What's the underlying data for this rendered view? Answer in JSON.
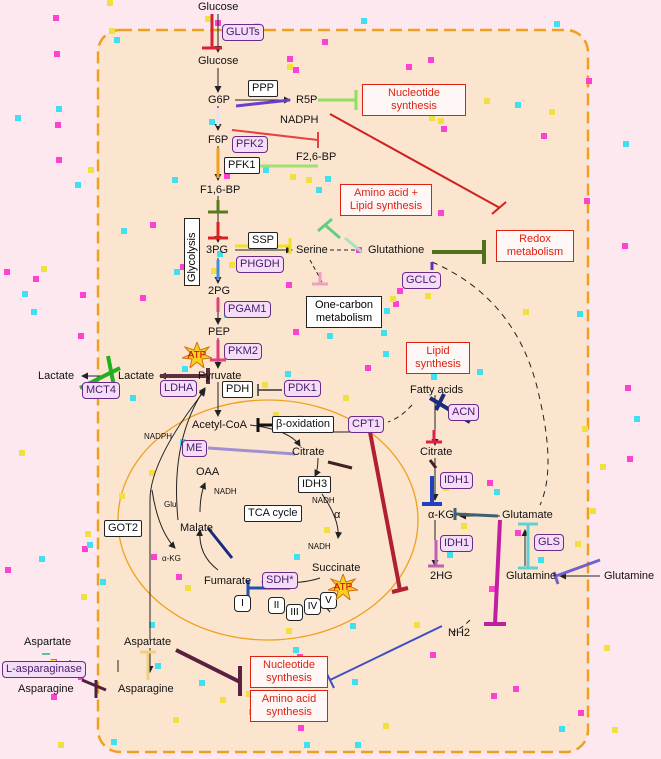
{
  "labels": {
    "glucose_out": "Glucose",
    "gluts": "GLUTs",
    "glucose_in": "Glucose",
    "g6p": "G6P",
    "ppp": "PPP",
    "r5p": "R5P",
    "nadph_top": "NADPH",
    "nucleotide_synthesis": "Nucleotide synthesis",
    "f6p": "F6P",
    "pfk2": "PFK2",
    "pfk1": "PFK1",
    "f26bp": "F2,6-BP",
    "f16bp": "F1,6-BP",
    "aa_lipid": "Amino acid + Lipid synthesis",
    "glycolysis": "Glycolysis",
    "ssp": "SSP",
    "p3g": "3PG",
    "phgdh": "PHGDH",
    "serine": "Serine",
    "glutathione": "Glutathione",
    "redox": "Redox metabolism",
    "gclc": "GCLC",
    "p2g": "2PG",
    "one_carbon": "One-carbon metabolism",
    "pgam1": "PGAM1",
    "pep": "PEP",
    "pkm2": "PKM2",
    "atp": "ATP",
    "lipid_synthesis": "Lipid synthesis",
    "lactate_out": "Lactate",
    "mct4": "MCT4",
    "lactate_in": "Lactate",
    "ldha": "LDHA",
    "pyruvate": "Pyruvate",
    "pdh": "PDH",
    "pdk1": "PDK1",
    "fatty_acids": "Fatty acids",
    "acn": "ACN",
    "acetyl_coa": "Acetyl-CoA",
    "beta_ox": "β-oxidation",
    "cpt1": "CPT1",
    "nadph_mid": "NADPH",
    "me": "ME",
    "citrate_tca": "Citrate",
    "citrate_cyto": "Citrate",
    "oaa": "OAA",
    "idh3": "IDH3",
    "idh1_a": "IDH1",
    "nadh_1": "NADH",
    "nadh_2": "NADH",
    "alpha": "α",
    "glu": "Glu",
    "got2": "GOT2",
    "malate": "Malate",
    "tca_cycle": "TCA cycle",
    "akg_cyto": "α-KG",
    "glutamate": "Glutamate",
    "akg_small": "α-KG",
    "nadh_3": "NADH",
    "idh1_b": "IDH1",
    "gls": "GLS",
    "succinate": "Succinate",
    "two_hg": "2HG",
    "fumarate": "Fumarate",
    "sdh": "SDH*",
    "glutamine_in": "Glutamine",
    "glutamine_out": "Glutamine",
    "c1": "I",
    "c2": "II",
    "c3": "III",
    "c4": "IV",
    "c5": "V",
    "nh2": "NH2",
    "aspartate_out": "Aspartate",
    "aspartate_in": "Aspartate",
    "asparaginase": "L-asparaginase",
    "asparagine_out": "Asparagine",
    "asparagine_in": "Asparagine",
    "nucleotide_synthesis_2": "Nucleotide synthesis",
    "amino_acid_synthesis": "Amino acid synthesis"
  },
  "colors": {
    "background": "#fde8ef",
    "cell_fill": "#fbe5cf",
    "cell_border": "#f0a020",
    "mito_border": "#f0a020",
    "red_text": "#dd2211",
    "enzyme_text": "#4a1a6a"
  }
}
